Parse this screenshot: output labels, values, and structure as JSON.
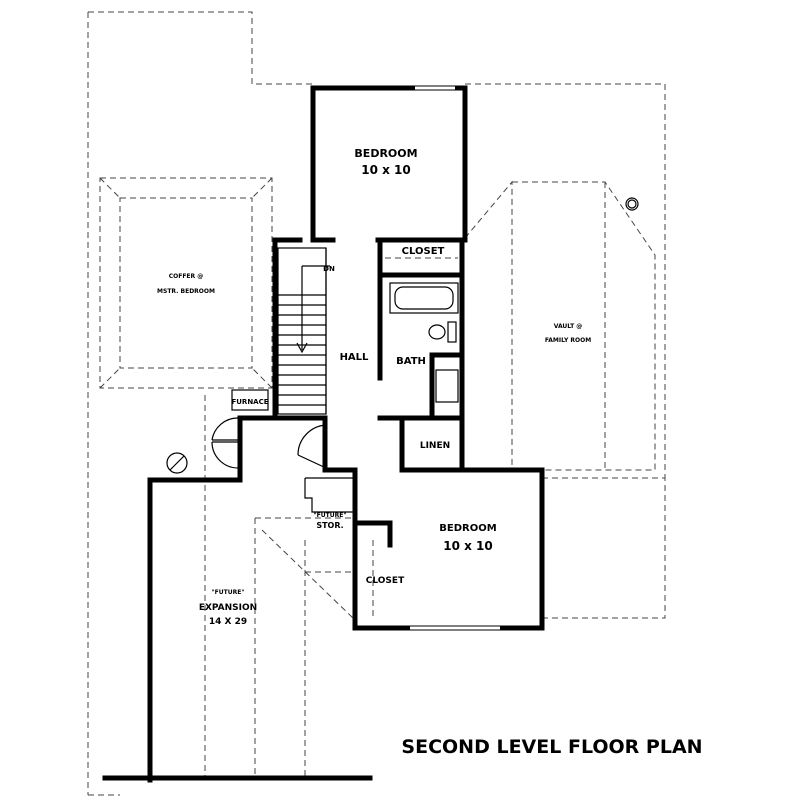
{
  "title": "SECOND LEVEL FLOOR PLAN",
  "rooms": {
    "bedroom_top": {
      "name": "BEDROOM",
      "size": "10 x 10"
    },
    "bedroom_bottom": {
      "name": "BEDROOM",
      "size": "10 x 10"
    },
    "closet_top": "CLOSET",
    "closet_bottom": "CLOSET",
    "bath": "BATH",
    "hall": "HALL",
    "linen": "LINEN",
    "furnace": "FURNACE",
    "stair_dn": "DN",
    "future_stor": {
      "tag": "\"FUTURE\"",
      "name": "STOR."
    },
    "future_expansion": {
      "tag": "\"FUTURE\"",
      "name": "EXPANSION",
      "size": "14 X 29"
    },
    "coffer": {
      "line1": "COFFER @",
      "line2": "MSTR. BEDROOM"
    },
    "vault": {
      "line1": "VAULT @",
      "line2": "FAMILY ROOM"
    }
  }
}
